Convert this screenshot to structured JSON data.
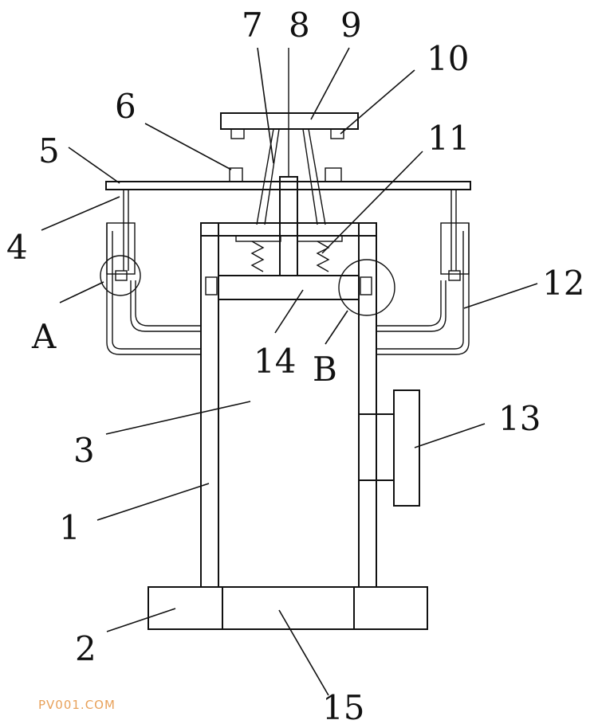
{
  "labels": {
    "l1": "1",
    "l2": "2",
    "l3": "3",
    "l4": "4",
    "l5": "5",
    "l6": "6",
    "l7": "7",
    "l8": "8",
    "l9": "9",
    "l10": "10",
    "l11": "11",
    "l12": "12",
    "l13": "13",
    "l14": "14",
    "l15": "15",
    "lA": "A",
    "lB": "B"
  },
  "watermark": "PV001.COM"
}
